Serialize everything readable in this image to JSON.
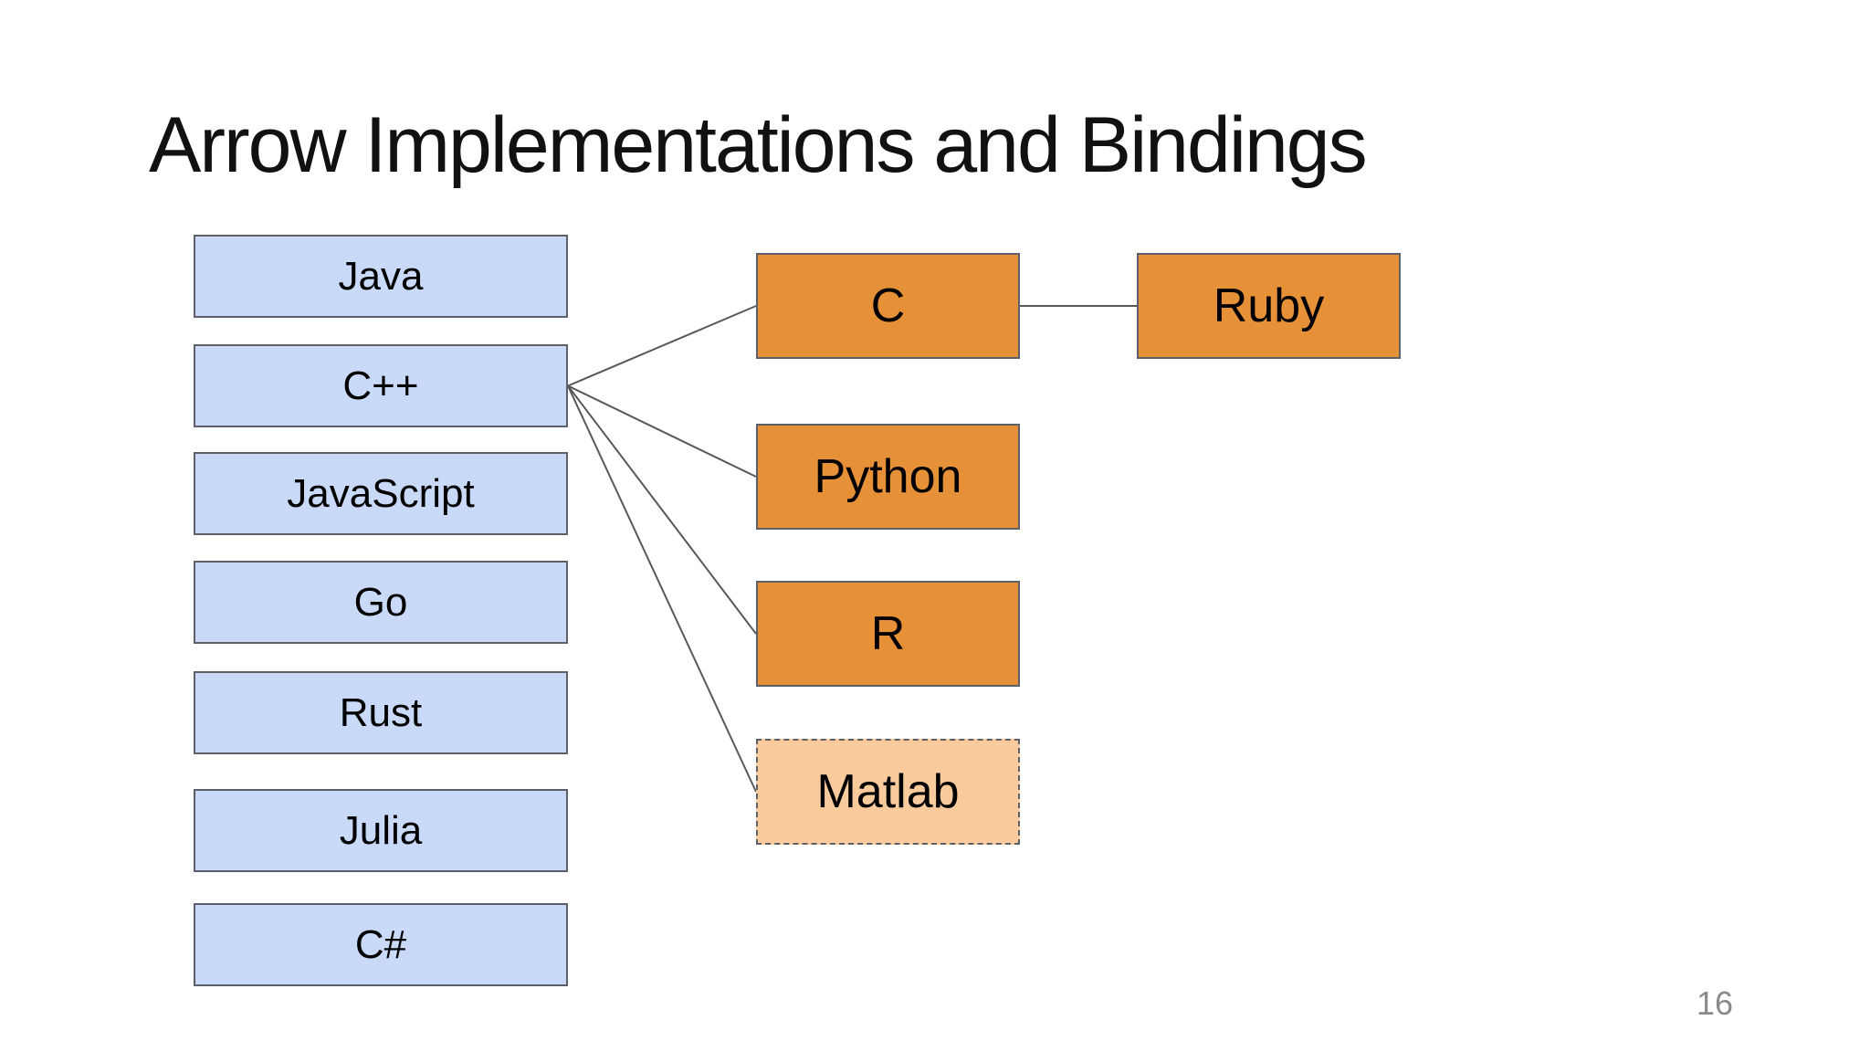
{
  "slide": {
    "title": "Arrow Implementations and Bindings",
    "page_number": "16"
  },
  "colors": {
    "implementation_fill": "#c9daf8",
    "binding_fill": "#e69138",
    "binding_dashed_fill": "#f9cb9c",
    "box_border": "#5d6068",
    "connector": "#585858",
    "page_number": "#8a8a8a"
  },
  "nodes": {
    "implementations": [
      {
        "id": "java",
        "label": "Java"
      },
      {
        "id": "cpp",
        "label": "C++"
      },
      {
        "id": "javascript",
        "label": "JavaScript"
      },
      {
        "id": "go",
        "label": "Go"
      },
      {
        "id": "rust",
        "label": "Rust"
      },
      {
        "id": "julia",
        "label": "Julia"
      },
      {
        "id": "csharp",
        "label": "C#"
      }
    ],
    "bindings": [
      {
        "id": "c",
        "label": "C",
        "style": "solid"
      },
      {
        "id": "python",
        "label": "Python",
        "style": "solid"
      },
      {
        "id": "r",
        "label": "R",
        "style": "solid"
      },
      {
        "id": "matlab",
        "label": "Matlab",
        "style": "dashed"
      },
      {
        "id": "ruby",
        "label": "Ruby",
        "style": "solid"
      }
    ]
  },
  "edges": [
    {
      "from": "cpp",
      "to": "c"
    },
    {
      "from": "cpp",
      "to": "python"
    },
    {
      "from": "cpp",
      "to": "r"
    },
    {
      "from": "cpp",
      "to": "matlab"
    },
    {
      "from": "c",
      "to": "ruby"
    }
  ]
}
